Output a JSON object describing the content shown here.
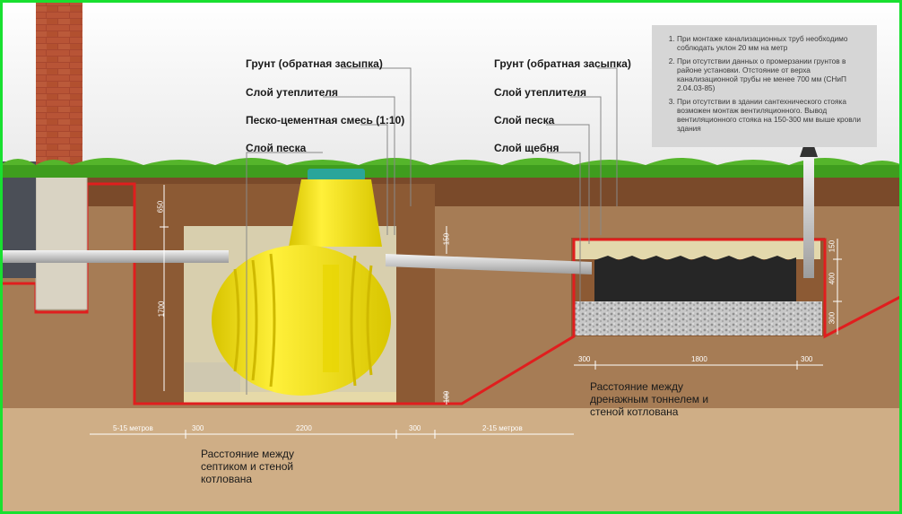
{
  "labels_left": [
    "Грунт (обратная засыпка)",
    "Слой утеплителя",
    "Песко-цементная смесь (1:10)",
    "Слой песка"
  ],
  "labels_right": [
    "Грунт (обратная засыпка)",
    "Слой утеплителя",
    "Слой песка",
    "Слой щебня"
  ],
  "notes": [
    "При  монтаже канализационных труб необходимо соблюдать уклон 20 мм на метр",
    "При отсутствии данных о промерзании грунтов в районе установки. Отстояние от верха канализационной трубы не менее 700 мм (СНиП 2.04.03-85)",
    "При отсутствии в здании сантехнического стояка возможен монтаж вентиляционного. Вывод вентиляционного стояка на 150-300 мм выше кровли здания"
  ],
  "dimensions": {
    "pit_top": "650",
    "pit_height": "1700",
    "pit_bottom": "100",
    "pipe_depth": "150",
    "tunnel_top": "150",
    "tunnel_height": "400",
    "gravel": "300",
    "dist_house": "5-15 метров",
    "gap_left": "300",
    "tank_width": "2200",
    "gap_right": "300",
    "dist_tunnel": "2-15 метров",
    "tunnel_gap_left": "300",
    "tunnel_width": "1800",
    "tunnel_gap_right": "300"
  },
  "captions": {
    "tunnel_wall": "Расстояние между дренажным тоннелем и стеной котлована",
    "septic_wall": "Расстояние между септиком и стеной котлована"
  },
  "colors": {
    "tank": "#f5e600",
    "lid": "#2aa59a",
    "outline": "#e01e1e",
    "grass": "#3f9d1e",
    "soil": "#a9805a",
    "sand": "#ddd0a4",
    "gravel": "#cfcfcf",
    "frame": "#19e030"
  }
}
